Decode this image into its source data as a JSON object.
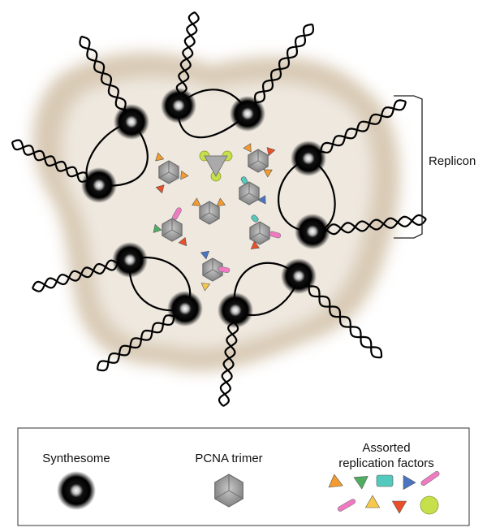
{
  "labels": {
    "replicon": "Replicon"
  },
  "legend": {
    "synthesome": "Synthesome",
    "pcna_trimer": "PCNA trimer",
    "factors_line1": "Assorted",
    "factors_line2": "replication factors"
  },
  "colors": {
    "halo": "#d8c9b4",
    "halo_inner": "#eee8df",
    "orange": "#f39b2e",
    "green": "#4fae62",
    "teal": "#54c9bd",
    "blue": "#4a73c2",
    "pink": "#f07ac2",
    "yellow": "#f7c94a",
    "red": "#e8502a",
    "lime": "#c5e04a",
    "pcna": "#9a9a9a",
    "dna": "#000000"
  }
}
